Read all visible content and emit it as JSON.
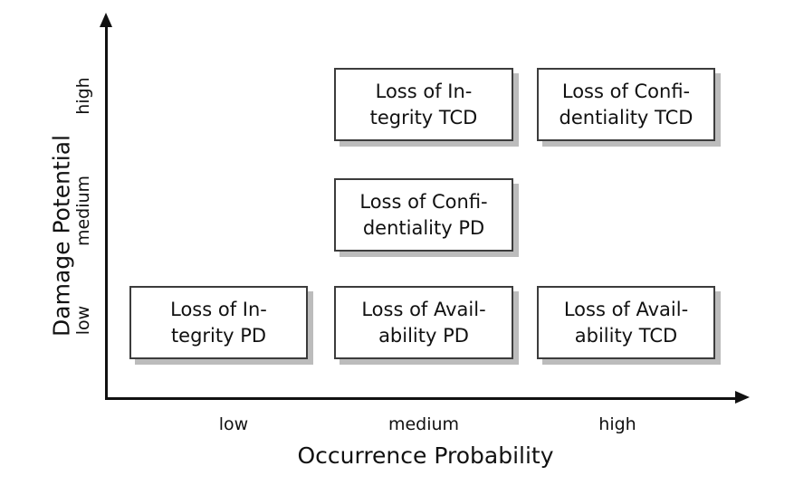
{
  "chart_data": {
    "type": "table",
    "title": "",
    "xlabel": "Occurrence Probability",
    "ylabel": "Damage Potential",
    "x_categories": [
      "low",
      "medium",
      "high"
    ],
    "y_categories": [
      "low",
      "medium",
      "high"
    ],
    "grid": false,
    "legend": "none",
    "cells": [
      {
        "occurrence_probability": "medium",
        "damage_potential": "high",
        "line1": "Loss of In-",
        "line2": "tegrity TCD",
        "text": "Loss of Integrity TCD"
      },
      {
        "occurrence_probability": "high",
        "damage_potential": "high",
        "line1": "Loss of Confi-",
        "line2": "dentiality TCD",
        "text": "Loss of Confidentiality TCD"
      },
      {
        "occurrence_probability": "medium",
        "damage_potential": "medium",
        "line1": "Loss of Confi-",
        "line2": "dentiality PD",
        "text": "Loss of Confidentiality PD"
      },
      {
        "occurrence_probability": "low",
        "damage_potential": "low",
        "line1": "Loss of In-",
        "line2": "tegrity PD",
        "text": "Loss of Integrity PD"
      },
      {
        "occurrence_probability": "medium",
        "damage_potential": "low",
        "line1": "Loss of Avail-",
        "line2": "ability PD",
        "text": "Loss of Availability PD"
      },
      {
        "occurrence_probability": "high",
        "damage_potential": "low",
        "line1": "Loss of Avail-",
        "line2": "ability TCD",
        "text": "Loss of Availability TCD"
      }
    ],
    "colors": {
      "axis": "#111111",
      "box_border": "#3c3c3c",
      "box_fill": "#ffffff",
      "box_shadow": "#bcbcbc",
      "text": "#111111"
    }
  },
  "axes": {
    "y": {
      "title": "Damage Potential",
      "ticks": {
        "high": "high",
        "medium": "medium",
        "low": "low"
      }
    },
    "x": {
      "title": "Occurrence Probability",
      "ticks": {
        "low": "low",
        "medium": "medium",
        "high": "high"
      }
    }
  }
}
